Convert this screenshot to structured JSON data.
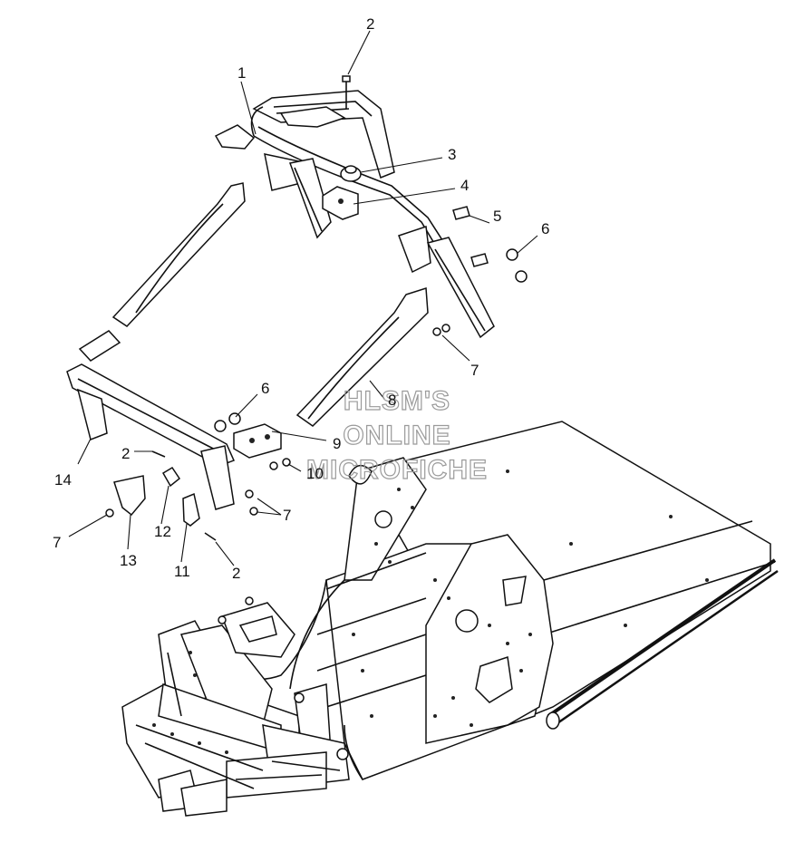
{
  "callouts": [
    {
      "id": "callout-1",
      "text": "1"
    },
    {
      "id": "callout-2-top",
      "text": "2"
    },
    {
      "id": "callout-3",
      "text": "3"
    },
    {
      "id": "callout-4",
      "text": "4"
    },
    {
      "id": "callout-5",
      "text": "5"
    },
    {
      "id": "callout-6-right",
      "text": "6"
    },
    {
      "id": "callout-7-right",
      "text": "7"
    },
    {
      "id": "callout-6-mid",
      "text": "6"
    },
    {
      "id": "callout-8",
      "text": "8"
    },
    {
      "id": "callout-9",
      "text": "9"
    },
    {
      "id": "callout-10",
      "text": "10"
    },
    {
      "id": "callout-2-mid",
      "text": "2"
    },
    {
      "id": "callout-14",
      "text": "14"
    },
    {
      "id": "callout-7-mid",
      "text": "7"
    },
    {
      "id": "callout-7-left",
      "text": "7"
    },
    {
      "id": "callout-13",
      "text": "13"
    },
    {
      "id": "callout-12",
      "text": "12"
    },
    {
      "id": "callout-11",
      "text": "11"
    },
    {
      "id": "callout-2-low",
      "text": "2"
    }
  ],
  "watermark": {
    "line1": "HLSM'S",
    "line2": "ONLINE",
    "line3": "MICROFICHE",
    "color": "#9a9a9a"
  },
  "colors": {
    "ink": "#111111",
    "background": "#ffffff"
  }
}
